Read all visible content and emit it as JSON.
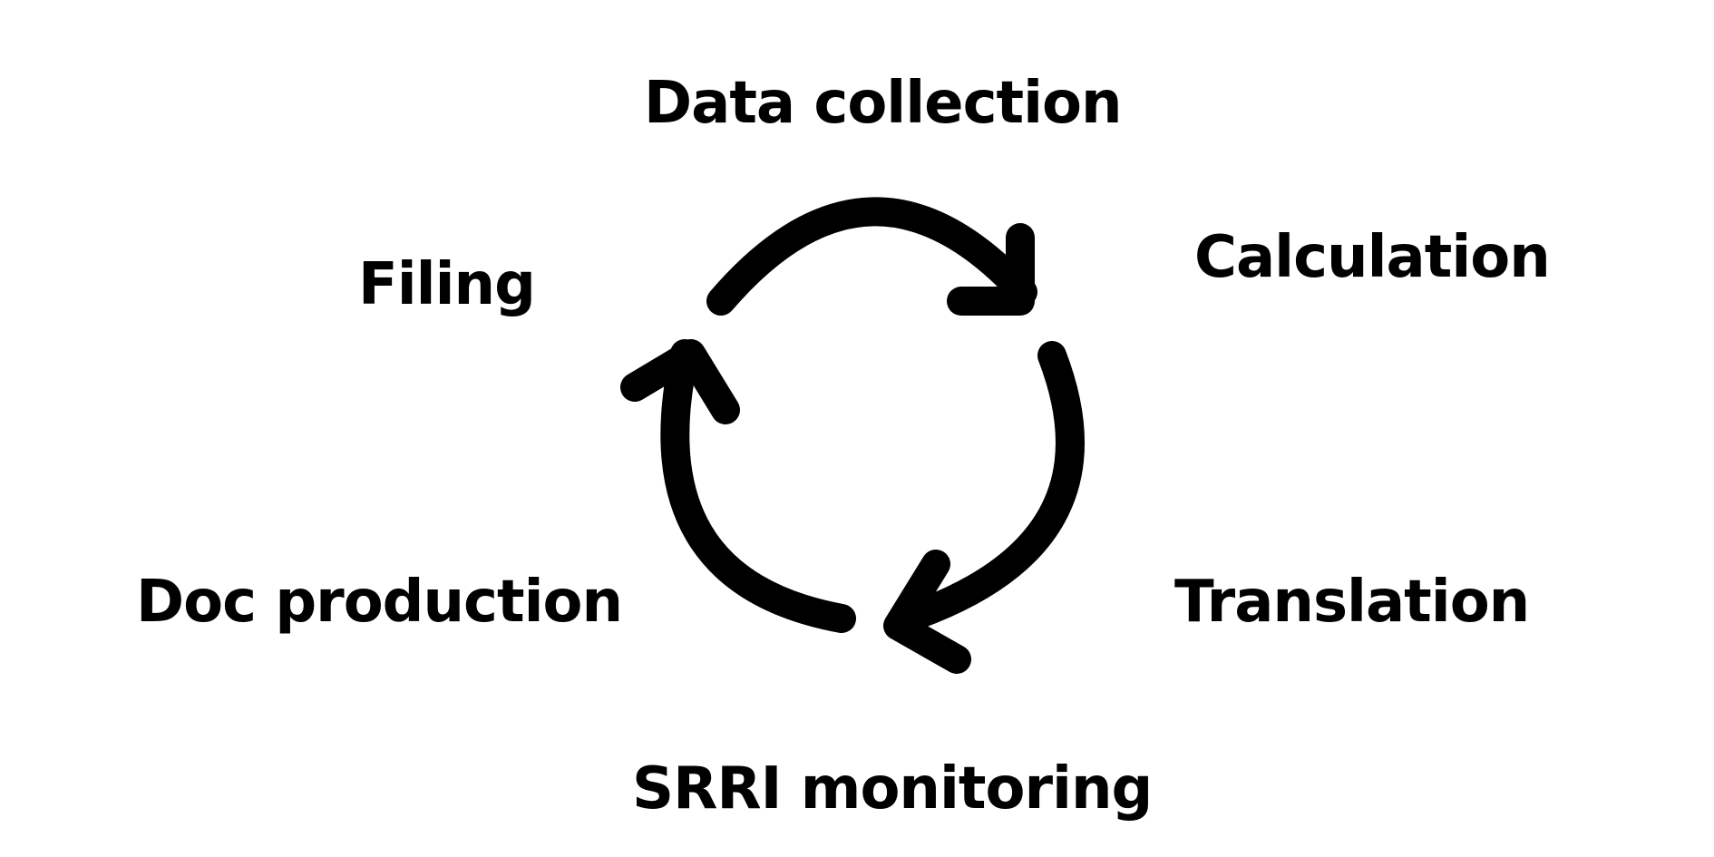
{
  "diagram": {
    "type": "cycle",
    "steps": [
      {
        "id": "data-collection",
        "label": "Data collection"
      },
      {
        "id": "calculation",
        "label": "Calculation"
      },
      {
        "id": "translation",
        "label": "Translation"
      },
      {
        "id": "srri-monitoring",
        "label": "SRRI monitoring"
      },
      {
        "id": "doc-production",
        "label": "Doc production"
      },
      {
        "id": "filing",
        "label": "Filing"
      }
    ],
    "arrow_direction": "clockwise",
    "arrow_count": 3,
    "arrow_icon": "refresh-cycle-icon",
    "colors": {
      "background": "#ffffff",
      "foreground": "#000000"
    }
  }
}
